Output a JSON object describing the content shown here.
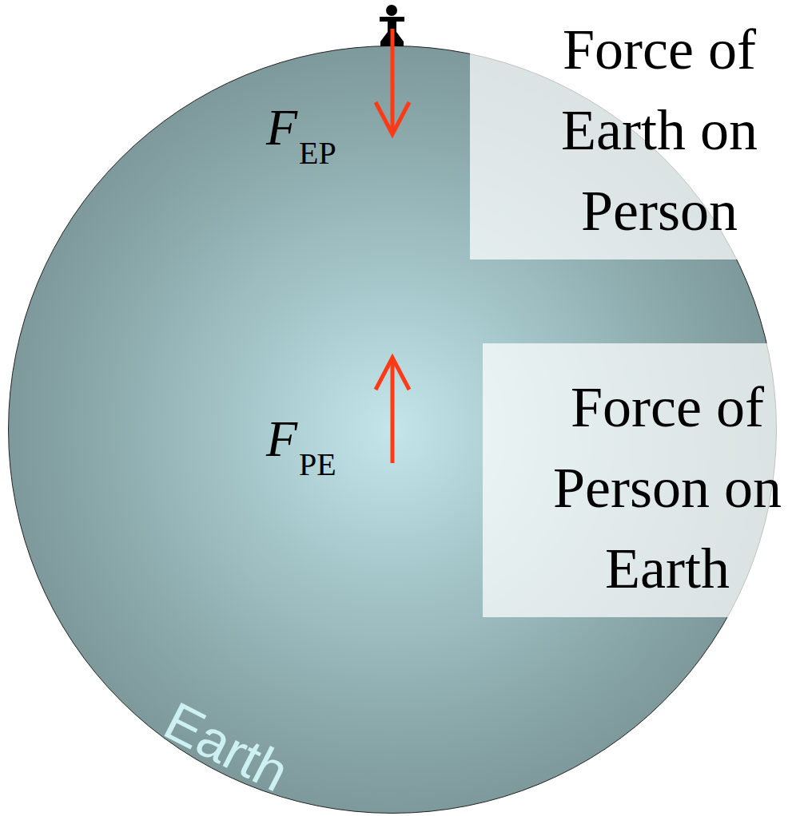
{
  "diagram": {
    "nodes": [
      {
        "text": [
          "Force of Earth on Person"
        ]
      },
      {
        "text": [
          "Force of Person on Earth"
        ]
      },
      {
        "text": [
          "Earth"
        ]
      }
    ],
    "labels": [
      "F",
      "EP",
      "F",
      "PE"
    ]
  }
}
